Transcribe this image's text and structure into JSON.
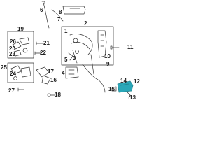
{
  "callouts": {
    "c1": "1",
    "c2": "2",
    "c3": "3",
    "c4": "4",
    "c5": "5",
    "c6": "6",
    "c7": "7",
    "c8": "8",
    "c9": "9",
    "c10": "10",
    "c11": "11",
    "c12": "12",
    "c13": "13",
    "c14": "14",
    "c15": "15",
    "c16": "16",
    "c17": "17",
    "c18": "18",
    "c19": "19",
    "c20": "20",
    "c21": "21",
    "c22": "22",
    "c23": "23",
    "c24": "24",
    "c25": "25",
    "c26": "26",
    "c27": "27"
  },
  "colors": {
    "line": "#333333",
    "highlight": "#2aa7b8",
    "highlight_dark": "#1f7f8c",
    "text": "#222222"
  }
}
